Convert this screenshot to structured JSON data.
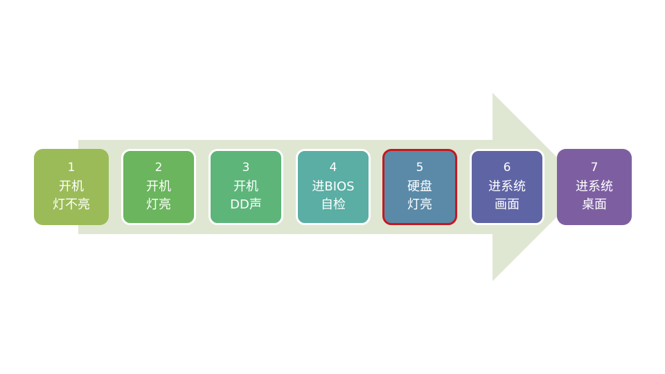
{
  "colors": {
    "arrow": "#dfe7d2",
    "highlight_border": "#c8161e"
  },
  "steps": [
    {
      "num": "1",
      "line1": "开机",
      "line2": "灯不亮",
      "color": "#9bbb59"
    },
    {
      "num": "2",
      "line1": "开机",
      "line2": "灯亮",
      "color": "#6ab55d"
    },
    {
      "num": "3",
      "line1": "开机",
      "line2": "DD声",
      "color": "#5db57a"
    },
    {
      "num": "4",
      "line1": "进BIOS",
      "line2": "自检",
      "color": "#5aaea4"
    },
    {
      "num": "5",
      "line1": "硬盘",
      "line2": "灯亮",
      "color": "#5a8aa8",
      "highlighted": true
    },
    {
      "num": "6",
      "line1": "进系统",
      "line2": "画面",
      "color": "#5f64a4"
    },
    {
      "num": "7",
      "line1": "进系统",
      "line2": "桌面",
      "color": "#7d5fa1"
    }
  ]
}
